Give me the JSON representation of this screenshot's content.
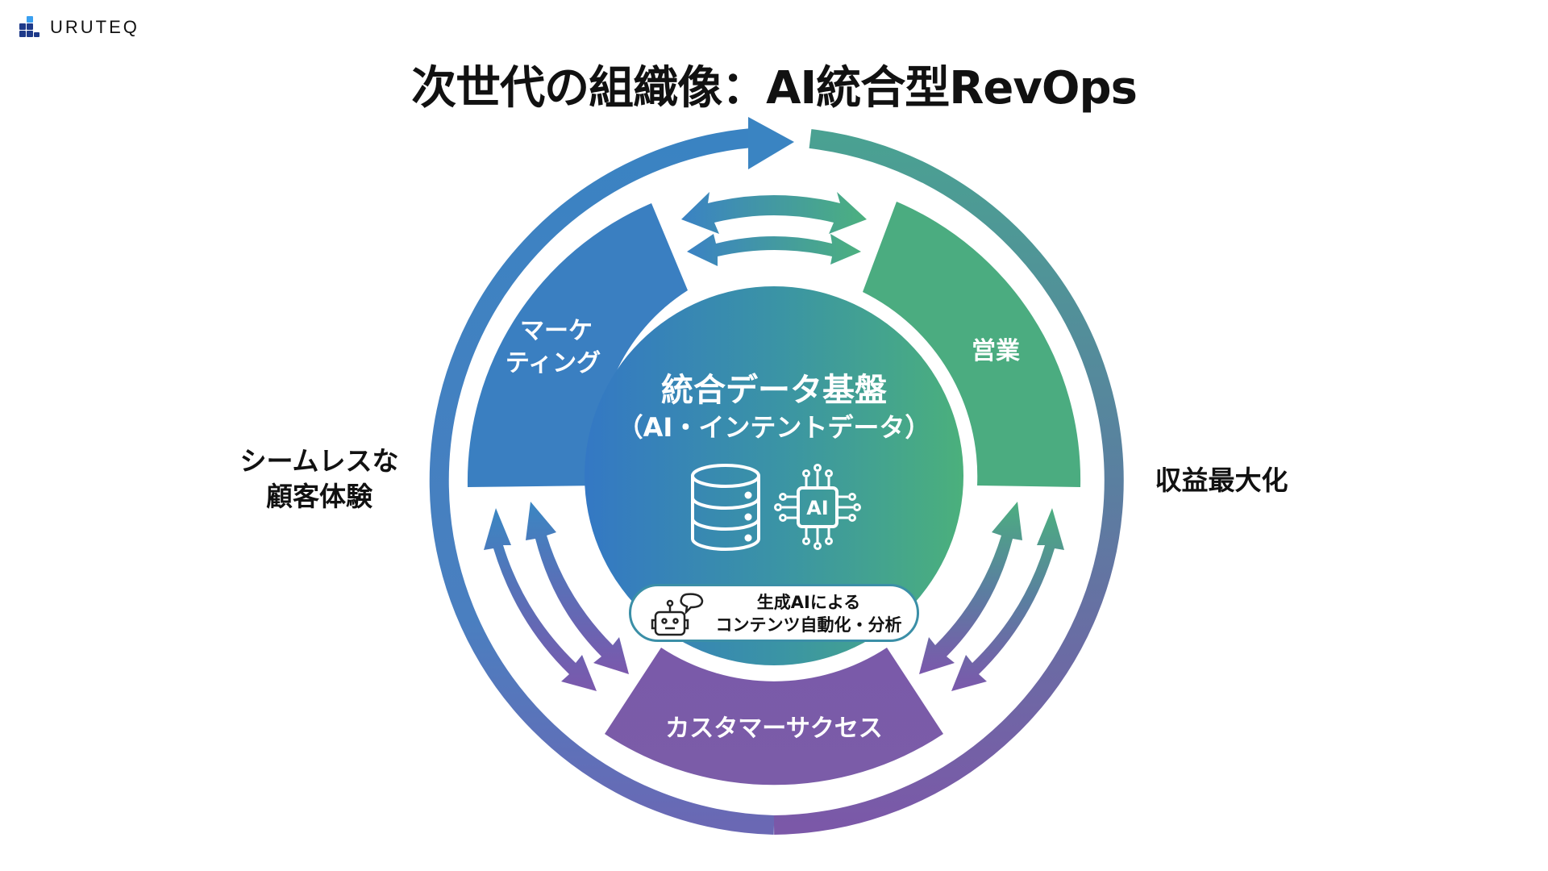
{
  "brand": {
    "logo_text": "URUTEQ",
    "logo_icon": "bar-blocks-logo-icon"
  },
  "title": "次世代の組織像：AI統合型RevOps",
  "colors": {
    "marketing_blue": "#3a7fc1",
    "sales_green": "#4bac80",
    "customer_success_purple": "#7b5aa9",
    "ring_start_blue": "#3a83c2",
    "ring_mid_teal": "#4a9a9a",
    "ring_end_purple": "#7b58a8"
  },
  "segments": {
    "marketing": {
      "label_line1": "マーケ",
      "label_line2": "ティング"
    },
    "sales": {
      "label": "営業"
    },
    "customer_success": {
      "label": "カスタマーサクセス"
    }
  },
  "center": {
    "title": "統合データ基盤",
    "subtitle": "（AI・インテントデータ）",
    "icons": [
      "database-icon",
      "ai-chip-icon"
    ],
    "chip_label": "AI"
  },
  "pill": {
    "line1": "生成AIによる",
    "line2": "コンテンツ自動化・分析",
    "icons": [
      "robot-icon",
      "speech-bubble-icon"
    ]
  },
  "side_labels": {
    "left_line1": "シームレスな",
    "left_line2": "顧客体験",
    "right": "収益最大化"
  },
  "connectors": [
    {
      "between": [
        "marketing",
        "sales"
      ],
      "type": "bidirectional-arrows"
    },
    {
      "between": [
        "marketing",
        "customer_success"
      ],
      "type": "bidirectional-arrows"
    },
    {
      "between": [
        "sales",
        "customer_success"
      ],
      "type": "bidirectional-arrows"
    },
    {
      "outer_ring": "clockwise-cycle-arrow"
    }
  ]
}
